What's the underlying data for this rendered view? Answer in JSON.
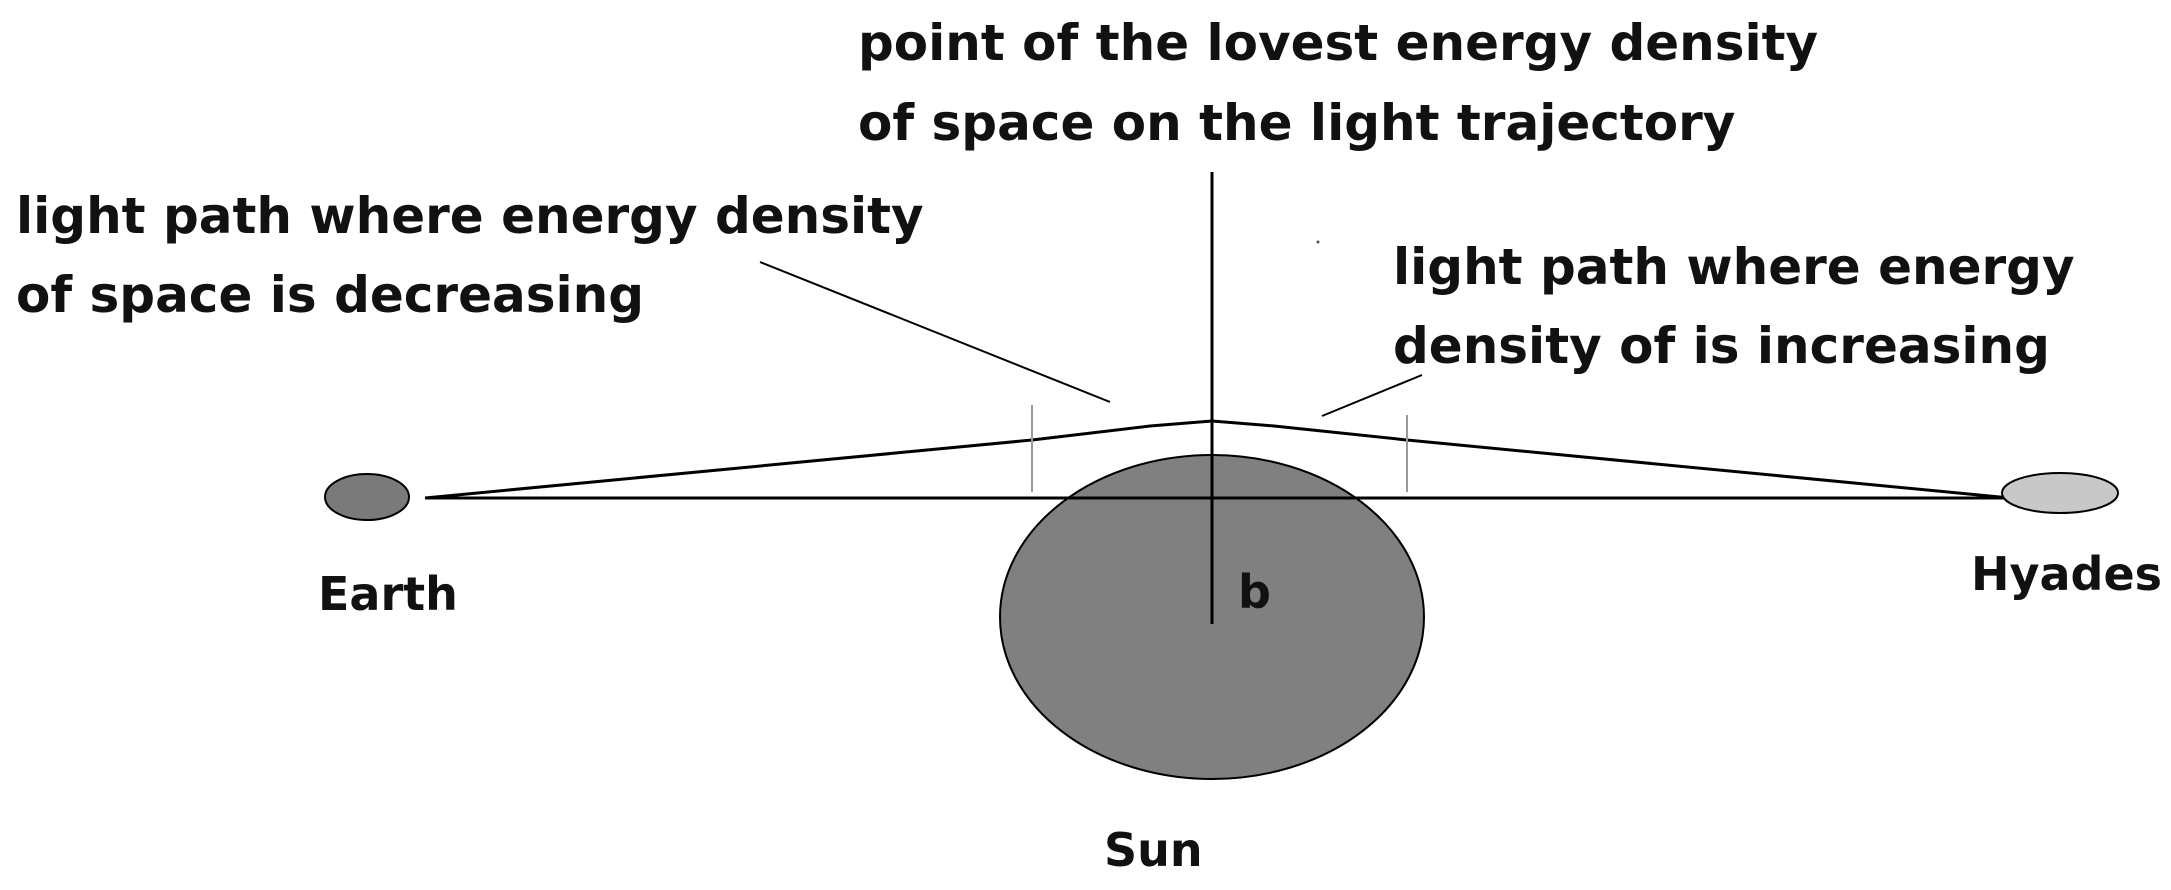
{
  "diagram": {
    "annotations": {
      "lowest_point": {
        "line1": "point of the lovest energy density",
        "line2": "of space on the light trajectory"
      },
      "decreasing_path": {
        "line1": "light path where energy density",
        "line2": "of space is decreasing"
      },
      "increasing_path": {
        "line1": "light path where energy",
        "line2": "density of is increasing"
      }
    },
    "bodies": {
      "earth": "Earth",
      "sun": "Sun",
      "hyades": "Hyades"
    },
    "impact_parameter": "b"
  },
  "colors": {
    "line": "#000000",
    "earth": "#7a7a7a",
    "sun": "#808080",
    "hyades": "#c8c8c8",
    "tick": "#9a9a9a",
    "text": "#111111"
  }
}
